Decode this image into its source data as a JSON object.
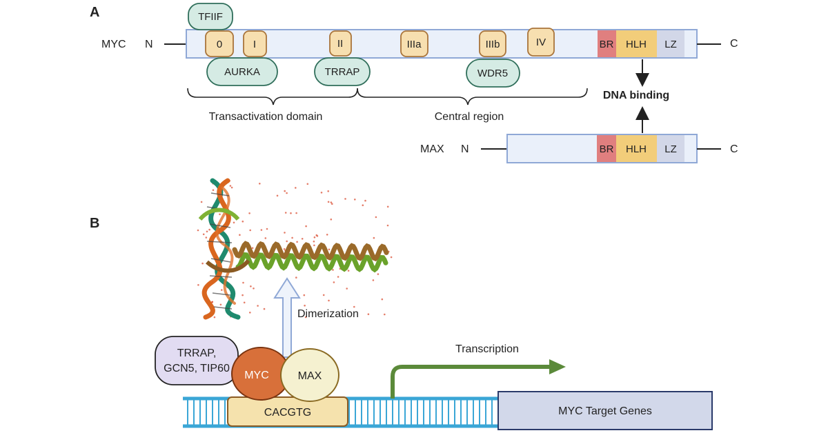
{
  "panel_a": {
    "label": "A",
    "myc": {
      "protein": "MYC",
      "n_term": "N",
      "c_term": "C"
    },
    "motifs": [
      "0",
      "I",
      "II",
      "IIIa",
      "IIIb",
      "IV"
    ],
    "domains": {
      "br": "BR",
      "hlh": "HLH",
      "lz": "LZ"
    },
    "binders": {
      "tfiif": "TFIIF",
      "aurka": "AURKA",
      "trrap": "TRRAP",
      "wdr5": "WDR5"
    },
    "regions": {
      "transactivation": "Transactivation domain",
      "central": "Central region"
    },
    "dna_binding": "DNA binding",
    "max": {
      "protein": "MAX",
      "n_term": "N",
      "c_term": "C",
      "br": "BR",
      "hlh": "HLH",
      "lz": "LZ"
    }
  },
  "panel_b": {
    "label": "B",
    "dimerization": "Dimerization",
    "cofactors": {
      "line1": "TRRAP,",
      "line2": "GCN5, TIP60"
    },
    "myc": "MYC",
    "max": "MAX",
    "ebox": "CACGTG",
    "transcription": "Transcription",
    "target_genes": "MYC Target Genes"
  },
  "colors": {
    "protein_bar": "#eaf0fa",
    "protein_border": "#8fa8d6",
    "motif_fill": "#f7dfb0",
    "motif_border": "#a9743a",
    "binder_fill": "#d5ebe4",
    "binder_border": "#2f6e5a",
    "br": "#e07f7f",
    "hlh": "#f2cd7a",
    "lz": "#d2d7e8",
    "myc_orange": "#d8703a",
    "max_cream": "#f5f1d0",
    "cofactor_fill": "#e2dcf2",
    "dna_blue": "#3aa6d6",
    "arrow_green": "#5b8a3a",
    "target_fill": "#d2d8ea"
  }
}
